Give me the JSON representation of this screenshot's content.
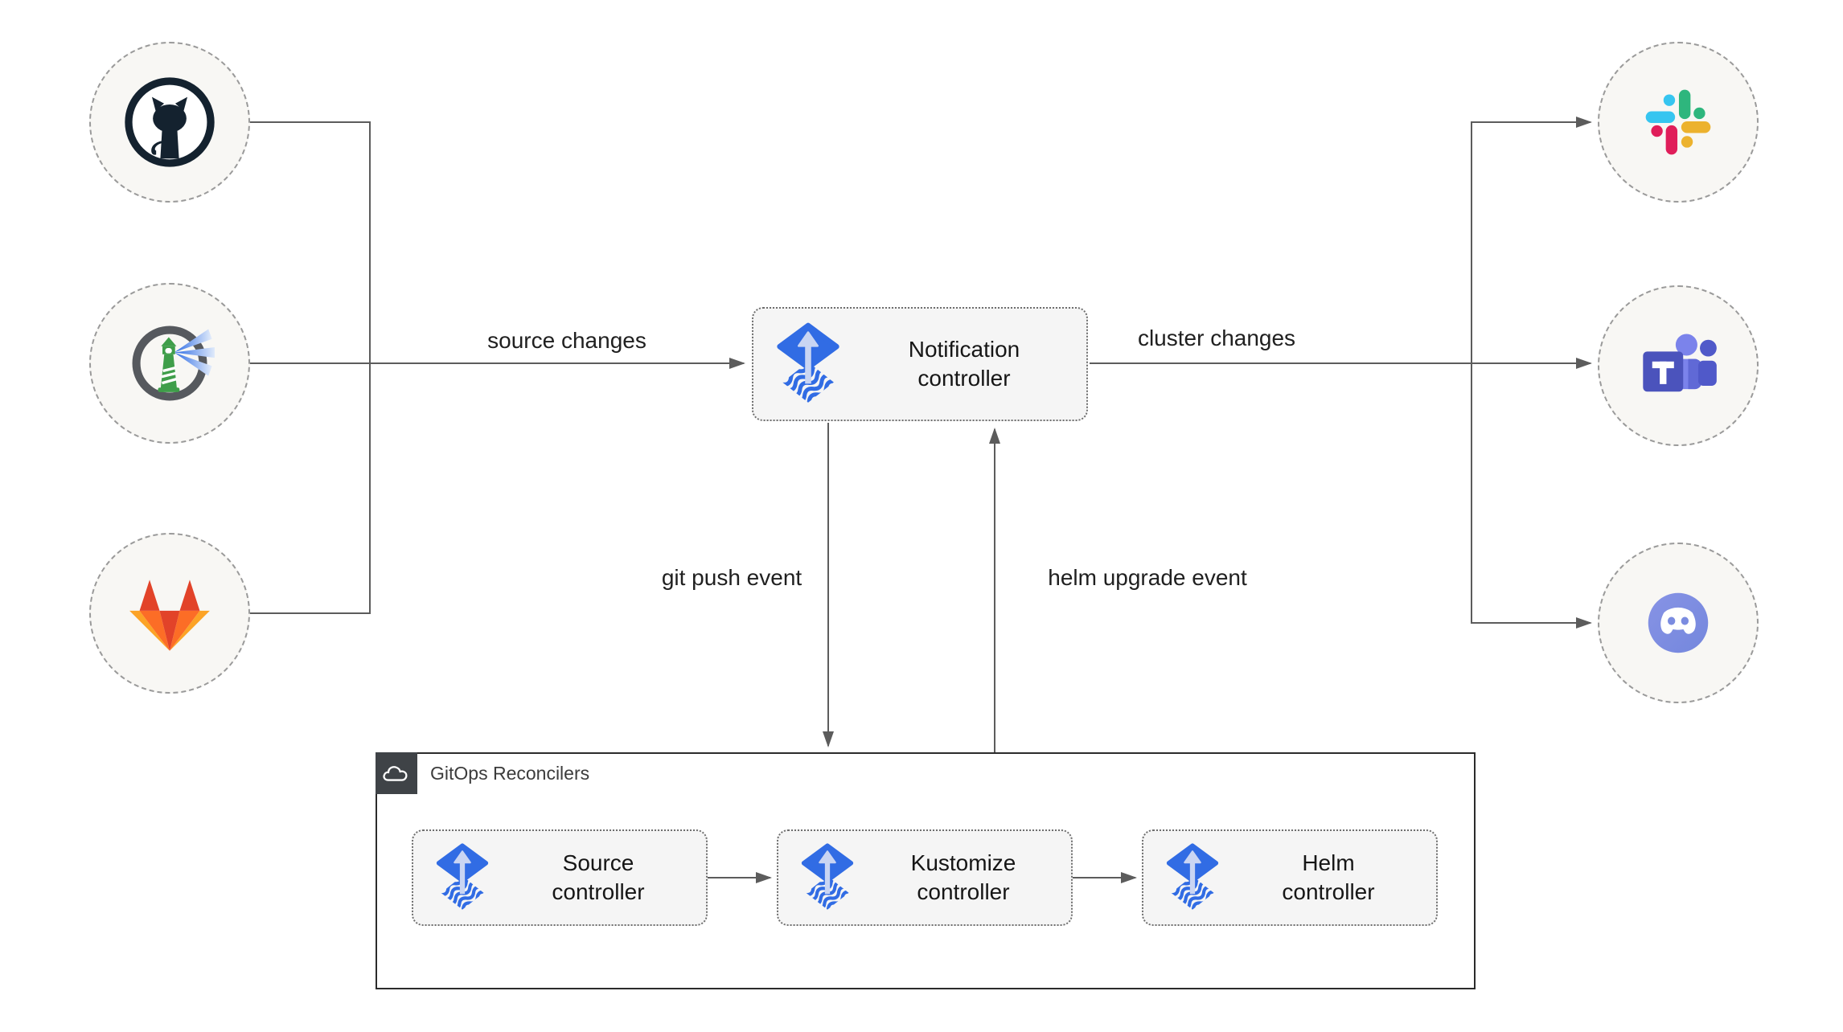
{
  "nodes": {
    "notification": {
      "label": "Notification controller",
      "icon": "flux-icon"
    },
    "source": {
      "label": "Source controller",
      "icon": "flux-icon"
    },
    "kustomize": {
      "label": "Kustomize controller",
      "icon": "flux-icon"
    },
    "helm": {
      "label": "Helm controller",
      "icon": "flux-icon"
    }
  },
  "container": {
    "label": "GitOps Reconcilers",
    "icon": "cloud-icon"
  },
  "edge_labels": {
    "source_changes": "source changes",
    "cluster_changes": "cluster changes",
    "git_push_event": "git push event",
    "helm_upgrade_event": "helm upgrade event"
  },
  "provider_icons": {
    "sources": [
      "github-icon",
      "harbor-icon",
      "gitlab-icon"
    ],
    "alert_targets": [
      "slack-icon",
      "ms-teams-icon",
      "discord-icon"
    ]
  },
  "edges": [
    {
      "from": "github",
      "to": "notification",
      "label": "source changes"
    },
    {
      "from": "harbor",
      "to": "notification",
      "label": "source changes"
    },
    {
      "from": "gitlab",
      "to": "notification",
      "label": "source changes"
    },
    {
      "from": "notification",
      "to": "slack",
      "label": "cluster changes"
    },
    {
      "from": "notification",
      "to": "ms-teams",
      "label": "cluster changes"
    },
    {
      "from": "notification",
      "to": "discord",
      "label": "cluster changes"
    },
    {
      "from": "notification",
      "to": "gitops-reconcilers",
      "label": "git push event"
    },
    {
      "from": "gitops-reconcilers",
      "to": "notification",
      "label": "helm upgrade event"
    },
    {
      "from": "source",
      "to": "kustomize",
      "label": ""
    },
    {
      "from": "kustomize",
      "to": "helm",
      "label": ""
    }
  ],
  "colors": {
    "flux_blue": "#316ce4",
    "flux_arrow_light": "#c9d5f3",
    "line_gray": "#5c5c5c",
    "node_fill": "#f5f5f5",
    "circle_fill": "#f8f7f4",
    "container_border": "#2b2b2b",
    "tag_square": "#3f4347",
    "github_dark": "#14222f",
    "harbor_ring_gray": "#56595e",
    "harbor_green": "#3f9e4a",
    "gitlab_red": "#e24329",
    "gitlab_orange": "#fc6d26",
    "gitlab_yellow": "#fca326",
    "slack_blue": "#36c5f0",
    "slack_green": "#2eb67d",
    "slack_red": "#e01e5a",
    "slack_yellow": "#ecb22e",
    "teams_indigo": "#4b53bc",
    "teams_light": "#7b83eb",
    "teams_dark": "#5059c9",
    "discord_blurple": "#7689da"
  }
}
